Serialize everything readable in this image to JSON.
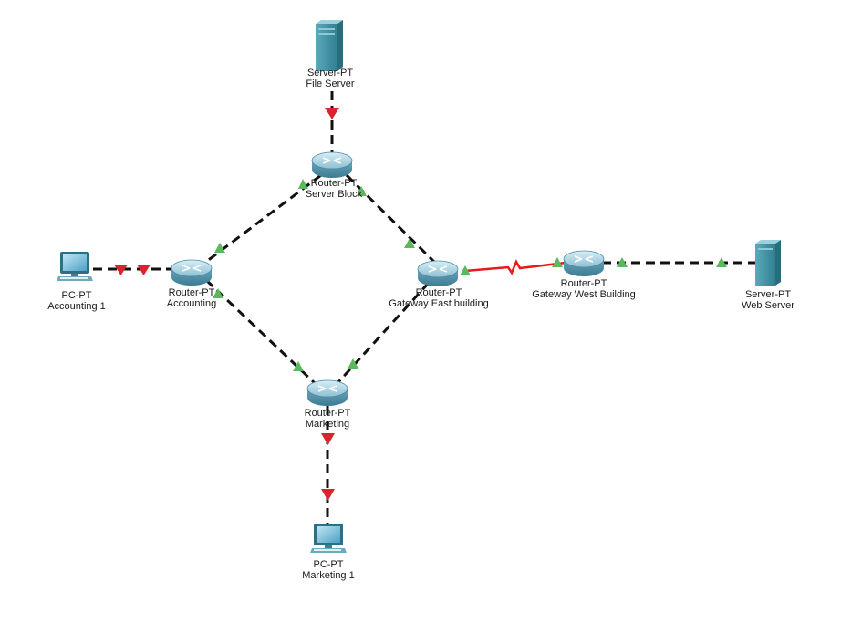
{
  "devices": {
    "file_server": {
      "type": "Server-PT",
      "name": "File Server"
    },
    "router_server_block": {
      "type": "Router-PT",
      "name": "Server Block"
    },
    "router_accounting": {
      "type": "Router-PT",
      "name": "Accounting"
    },
    "pc_accounting": {
      "type": "PC-PT",
      "name": "Accounting 1"
    },
    "router_gateway_east": {
      "type": "Router-PT",
      "name": "Gateway East building"
    },
    "router_gateway_west": {
      "type": "Router-PT",
      "name": "Gateway West Building"
    },
    "web_server": {
      "type": "Server-PT",
      "name": "Web Server"
    },
    "router_marketing": {
      "type": "Router-PT",
      "name": "Marketing"
    },
    "pc_marketing": {
      "type": "PC-PT",
      "name": "Marketing 1"
    }
  },
  "links": [
    {
      "from": "file_server",
      "to": "router_server_block",
      "status": "down",
      "cable": "copper-cross"
    },
    {
      "from": "router_server_block",
      "to": "router_accounting",
      "status": "up",
      "cable": "copper-cross"
    },
    {
      "from": "router_server_block",
      "to": "router_gateway_east",
      "status": "up",
      "cable": "copper-cross"
    },
    {
      "from": "pc_accounting",
      "to": "router_accounting",
      "status": "down",
      "cable": "copper-cross"
    },
    {
      "from": "router_accounting",
      "to": "router_marketing",
      "status": "up",
      "cable": "copper-cross"
    },
    {
      "from": "router_gateway_east",
      "to": "router_marketing",
      "status": "up",
      "cable": "copper-cross"
    },
    {
      "from": "router_gateway_east",
      "to": "router_gateway_west",
      "status": "up",
      "cable": "serial"
    },
    {
      "from": "router_gateway_west",
      "to": "web_server",
      "status": "up",
      "cable": "copper-cross"
    },
    {
      "from": "router_marketing",
      "to": "pc_marketing",
      "status": "down",
      "cable": "copper-cross"
    }
  ],
  "colors": {
    "link_up": "#5cb85c",
    "link_down": "#d9232e",
    "serial_cable": "#e8191c",
    "copper_cable": "#111111",
    "router_body": "#5d97ad",
    "server_body": "#4a98a8",
    "pc_body": "#4f8fa6"
  }
}
